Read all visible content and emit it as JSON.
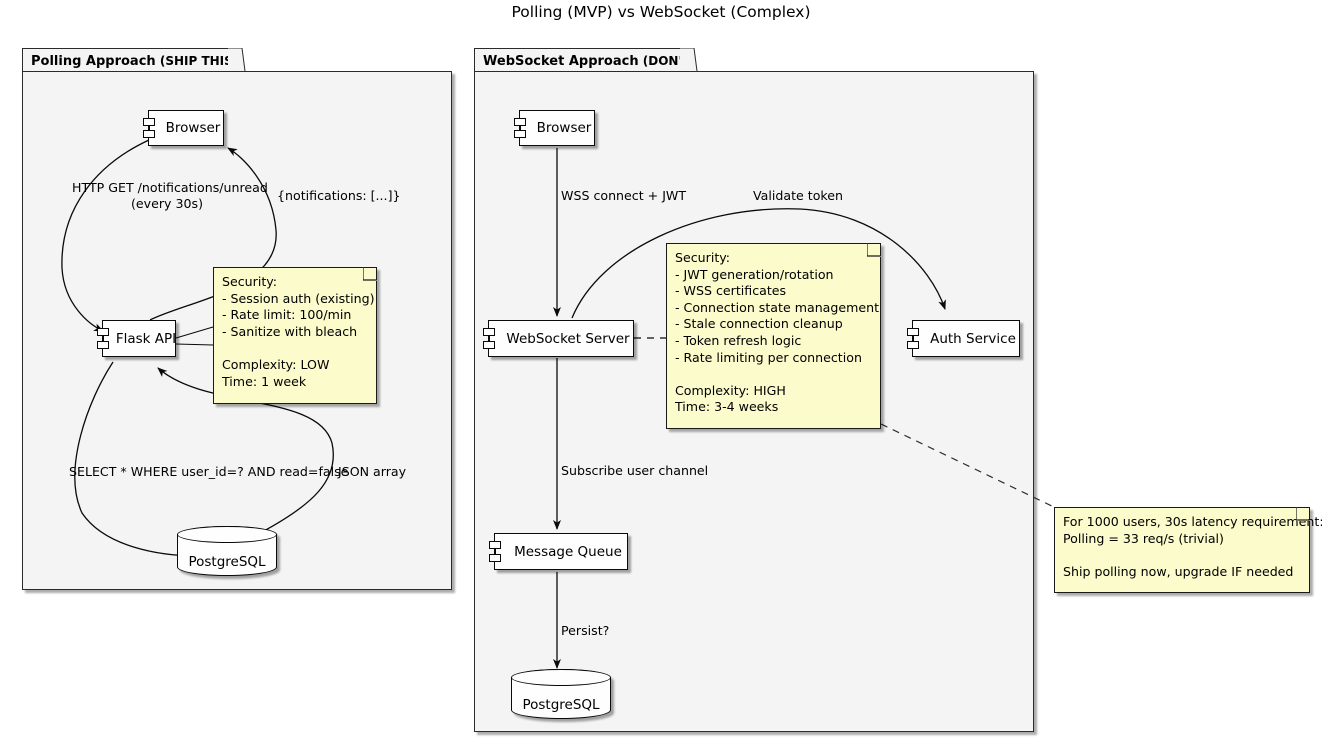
{
  "title": "Polling (MVP) vs WebSocket (Complex)",
  "packages": [
    {
      "id": "polling",
      "title_bold": "Polling Approach",
      "title_rest": " (SHIP THIS)"
    },
    {
      "id": "websocket",
      "title_bold": "WebSocket Approach",
      "title_rest": " (DON'T)"
    }
  ],
  "polling": {
    "nodes": {
      "browser": "Browser",
      "flask_api": "Flask API",
      "postgres": "PostgreSQL"
    },
    "edges": {
      "http_get": "HTTP GET /notifications/unread\n(every 30s)",
      "notifications_response": "{notifications: [...]}",
      "select_query": "SELECT * WHERE user_id=? AND read=false",
      "json_array": "JSON array"
    },
    "note": "Security:\n- Session auth (existing)\n- Rate limit: 100/min\n- Sanitize with bleach\n\nComplexity: LOW\nTime: 1 week"
  },
  "websocket": {
    "nodes": {
      "browser": "Browser",
      "ws_server": "WebSocket Server",
      "auth_service": "Auth Service",
      "message_queue": "Message Queue",
      "postgres": "PostgreSQL"
    },
    "edges": {
      "wss_connect": "WSS connect + JWT",
      "validate_token": "Validate token",
      "subscribe": "Subscribe user channel",
      "persist": "Persist?"
    },
    "note": "Security:\n- JWT generation/rotation\n- WSS certificates\n- Connection state management\n- Stale connection cleanup\n- Token refresh logic\n- Rate limiting per connection\n\nComplexity: HIGH\nTime: 3-4 weeks"
  },
  "floating_note": "For 1000 users, 30s latency requirement:\nPolling = 33 req/s (trivial)\n\nShip polling now, upgrade IF needed",
  "colors": {
    "package_fill": "#F4F4F4",
    "node_fill": "#FEFEFE",
    "note_fill": "#FBFBCC",
    "stroke": "#0A0A0A",
    "background": "#FFFFFF"
  }
}
